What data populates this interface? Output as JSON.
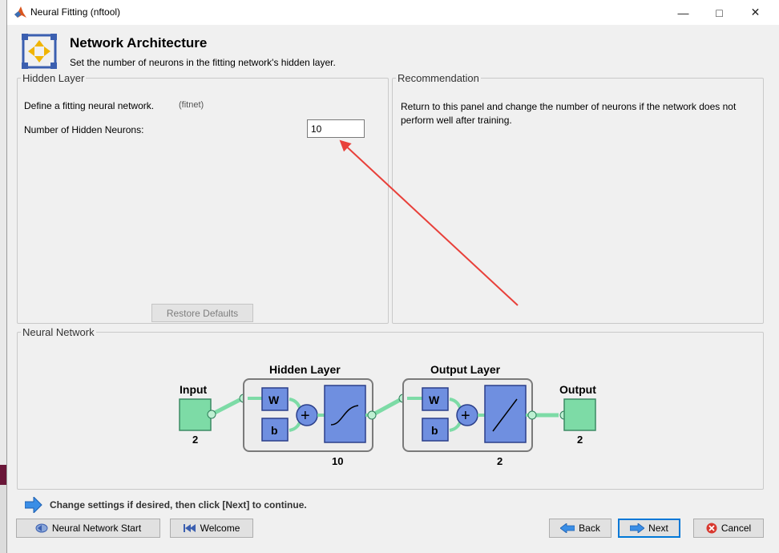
{
  "window": {
    "title": "Neural Fitting (nftool)",
    "controls": {
      "minimize": "—",
      "maximize": "□",
      "close": "✕"
    }
  },
  "header": {
    "icon": "network-architecture-icon",
    "title": "Network Architecture",
    "subtitle": "Set the number of neurons in the fitting network's hidden layer."
  },
  "hidden_layer_panel": {
    "legend": "Hidden Layer",
    "define_text": "Define a fitting neural network.",
    "fitnet_text": "(fitnet)",
    "neurons_label": "Number of Hidden Neurons:",
    "neurons_value": "10",
    "restore_label": "Restore Defaults"
  },
  "recommendation_panel": {
    "legend": "Recommendation",
    "text": "Return to this panel and change the number of neurons if the network does not perform well after training."
  },
  "neural_network_panel": {
    "legend": "Neural Network",
    "input_label": "Input",
    "input_size": "2",
    "hidden_title": "Hidden Layer",
    "hidden_size": "10",
    "output_title": "Output Layer",
    "output_size": "2",
    "output_label": "Output",
    "output_count": "2",
    "weight_label": "W",
    "bias_label": "b",
    "sum_symbol": "+"
  },
  "hint": {
    "icon": "arrow-right-icon",
    "text": "Change settings  if desired, then click [Next] to continue."
  },
  "buttons": {
    "nn_start": "Neural Network Start",
    "welcome": "Welcome",
    "back": "Back",
    "next": "Next",
    "cancel": "Cancel"
  },
  "colors": {
    "layer_blue": "#6f8fe0",
    "io_green": "#7ddba6",
    "annotation_red": "#e8403a"
  }
}
